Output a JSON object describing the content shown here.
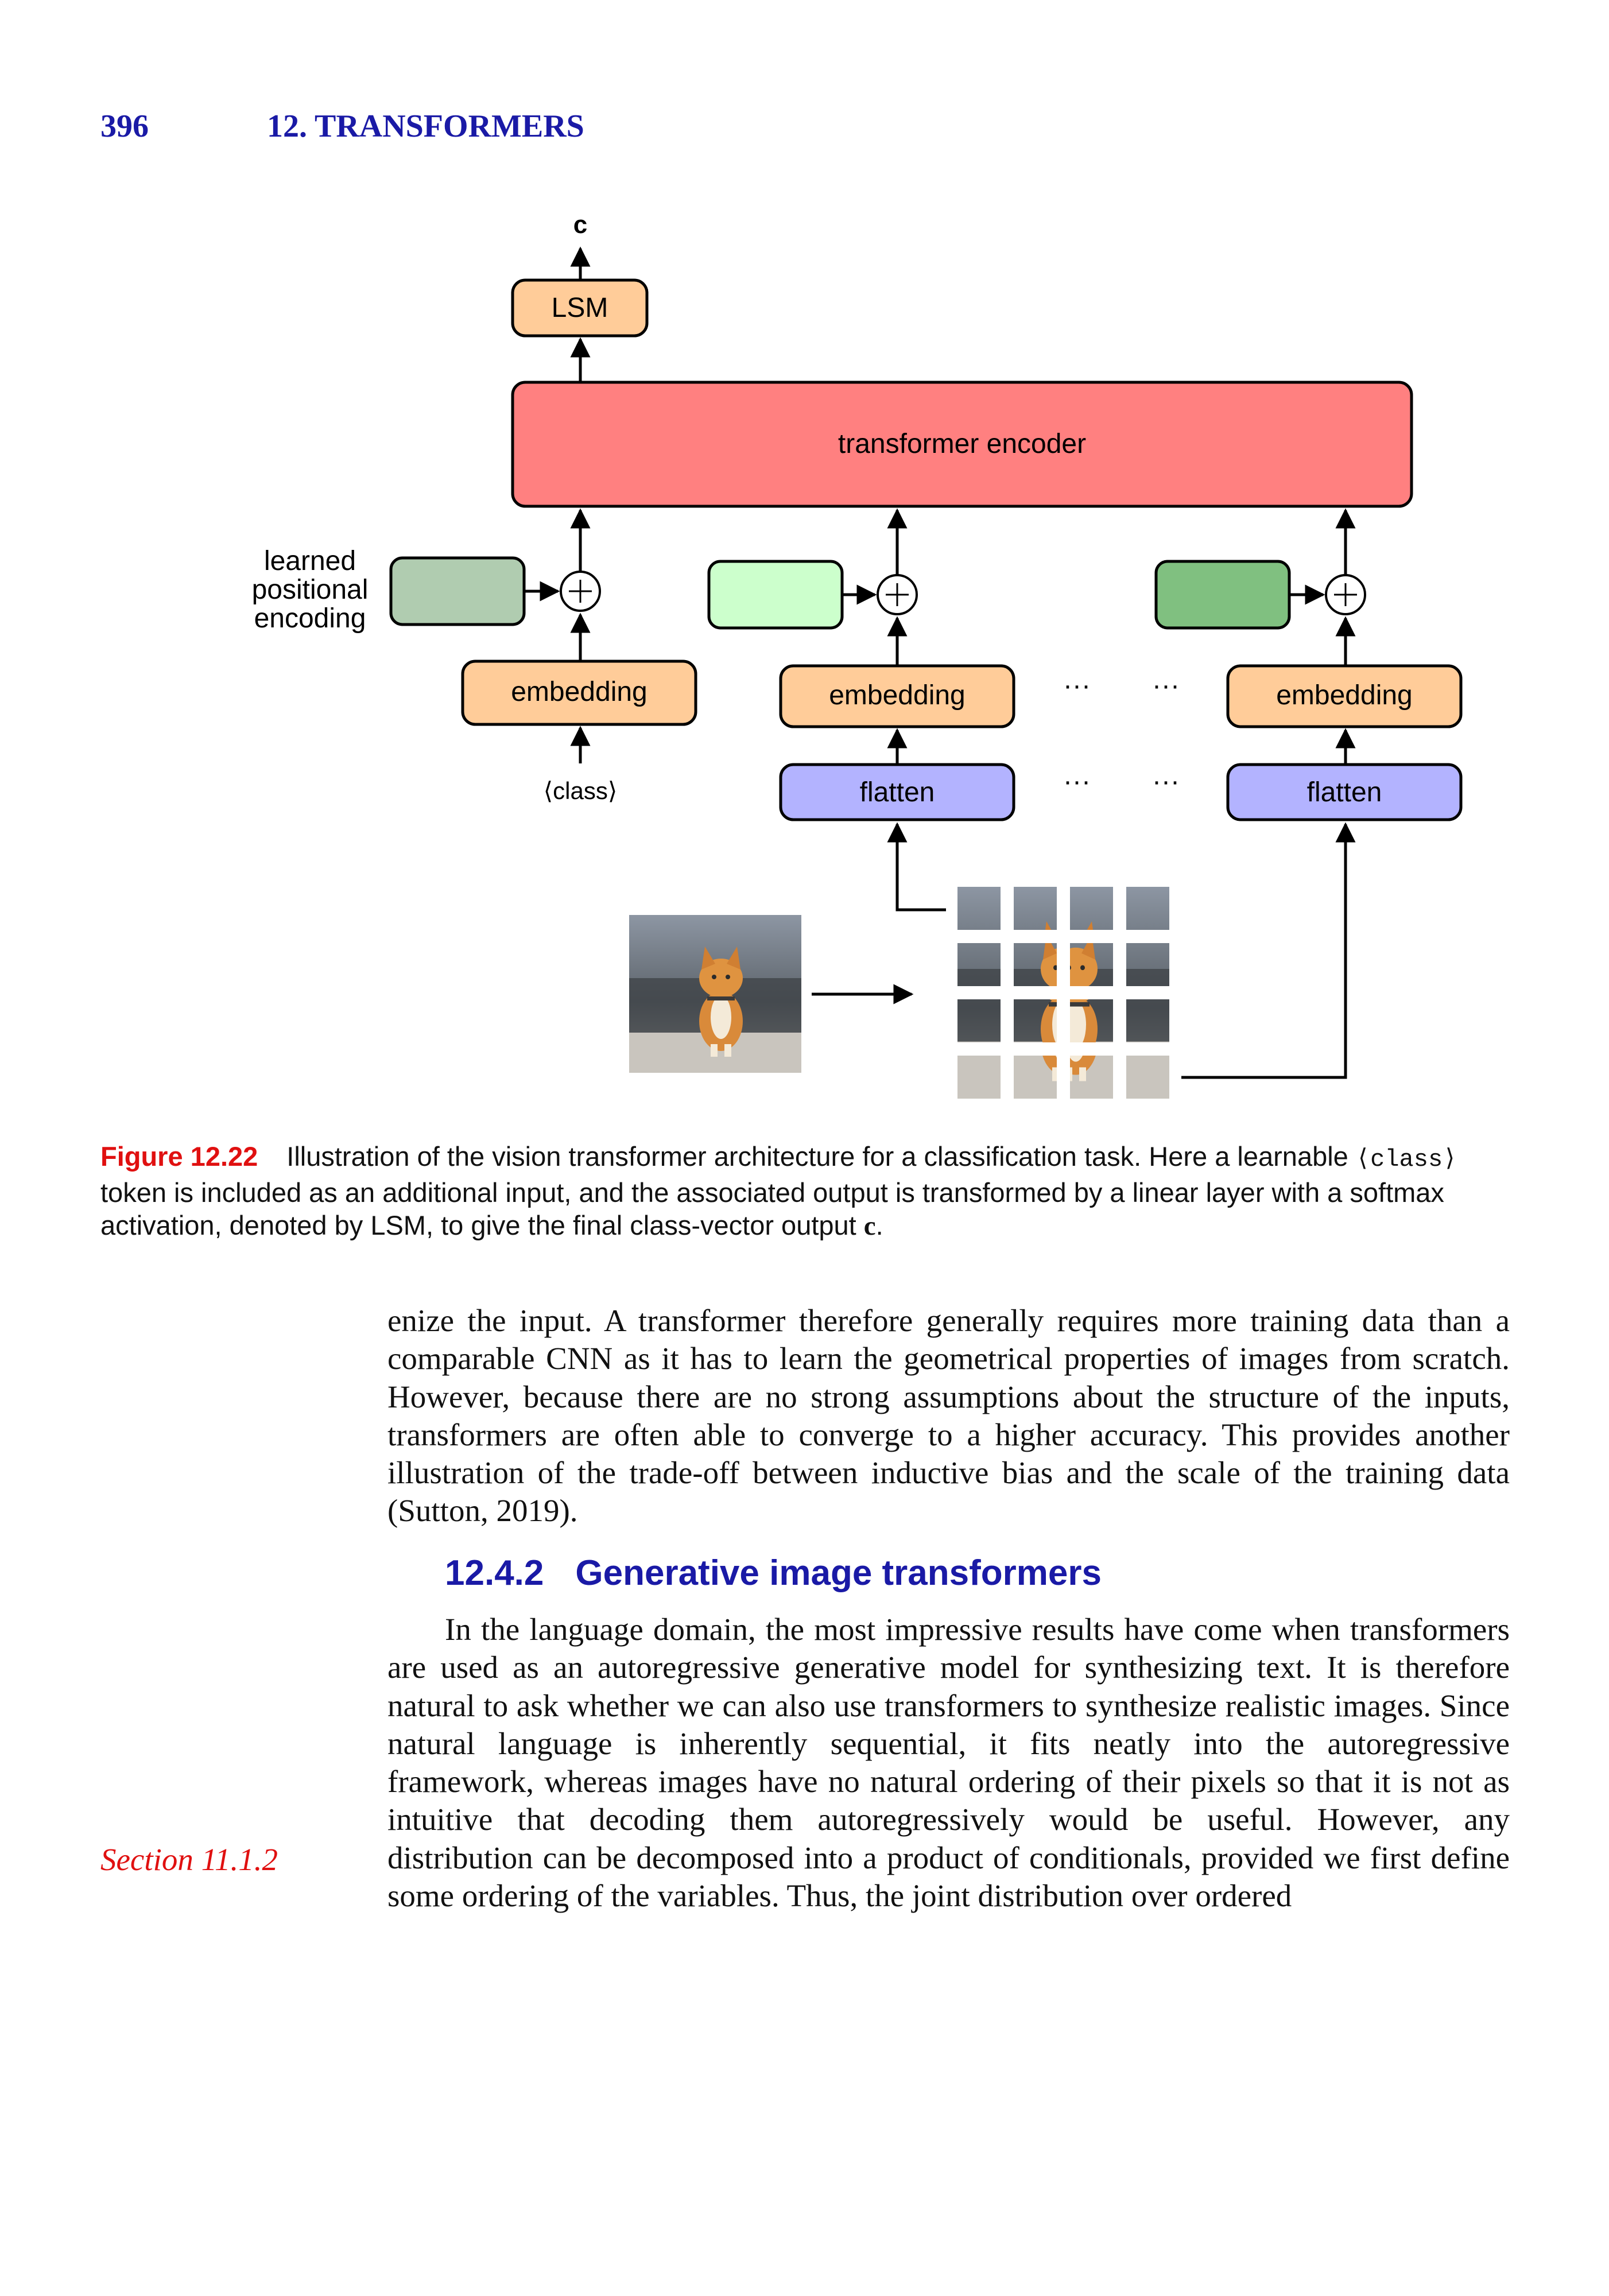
{
  "header": {
    "page_number": "396",
    "chapter": "12. TRANSFORMERS"
  },
  "figure": {
    "output_label": "c",
    "lsm_label": "LSM",
    "encoder_label": "transformer encoder",
    "positional_label_line1": "learned",
    "positional_label_line2": "positional",
    "positional_label_line3": "encoding",
    "embedding_label": "embedding",
    "flatten_label": "flatten",
    "class_token": "⟨class⟩",
    "ellipsis": "···",
    "colors": {
      "lsm_fill": "#ffcc99",
      "encoder_fill": "#ff8080",
      "flatten_fill": "#b3b3ff",
      "pos_fill_1": "#b0ccb0",
      "pos_fill_2": "#ccffcc",
      "pos_fill_3": "#80c080"
    }
  },
  "caption": {
    "label": "Figure 12.22",
    "text_part1": "Illustration of the vision transformer architecture for a classification task. Here a learnable ",
    "token": "⟨class⟩",
    "text_part2": " token is included as an additional input, and the associated output is transformed by a linear layer with a softmax activation, denoted by LSM, to give the final class-vector output ",
    "output_symbol": "c",
    "end": "."
  },
  "body": {
    "paragraph1": "enize the input. A transformer therefore generally requires more training data than a comparable CNN as it has to learn the geometrical properties of images from scratch. However, because there are no strong assumptions about the structure of the inputs, transformers are often able to converge to a higher accuracy. This provides another illustration of the trade-off between inductive bias and the scale of the training data (Sutton, 2019).",
    "section_number": "12.4.2",
    "section_title": "Generative image transformers",
    "paragraph2": "In the language domain, the most impressive results have come when transformers are used as an autoregressive generative model for synthesizing text. It is therefore natural to ask whether we can also use transformers to synthesize realistic images. Since natural language is inherently sequential, it fits neatly into the autoregressive framework, whereas images have no natural ordering of their pixels so that it is not as intuitive that decoding them autoregressively would be useful. However, any distribution can be decomposed into a product of conditionals, provided we first define some ordering of the variables. Thus, the joint distribution over ordered",
    "margin_note": "Section 11.1.2"
  }
}
